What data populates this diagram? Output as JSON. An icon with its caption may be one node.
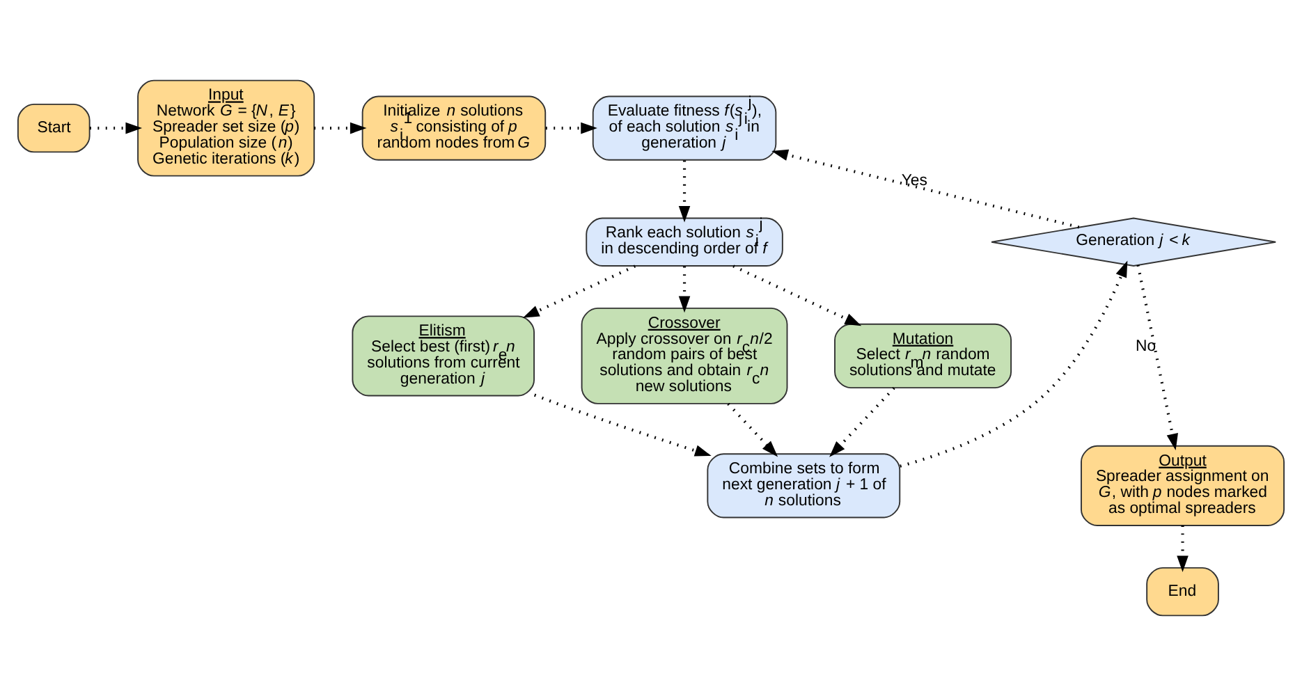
{
  "diagram": {
    "nodes": [
      {
        "text": [
          "Start"
        ]
      },
      {
        "text": [
          "Input",
          "Network *G* = {*N*, *E*} Spreader set size (*p*) Population size (*n*) Genetic iterations (*k*)"
        ]
      },
      {
        "text": [
          "Initialize *n* solutions *s*$_{i}$$^{1}$ consisting of *p* random nodes from *G*"
        ]
      },
      {
        "text": [
          "Evaluate fitness *f*(*s*$_{i}$$^{j}$), of each solution *s*$_{i}$$^{j}$ in generation *j*"
        ]
      },
      {
        "text": [
          "Rank each solution *s*$_{i}$$^{j}$ in descending order of *f*"
        ]
      },
      {
        "text": [
          "Elitism",
          "Select best (first) *r*$_{e}$*n* solutions from current generation *j*"
        ]
      },
      {
        "text": [
          "Crossover",
          "Apply crossover on *r*$_{c}$*n*/2 random pairs of best solutions and obtain *r*$_{c}$*n* new solutions"
        ]
      },
      {
        "text": [
          "Mutation",
          "Select *r*$_{m}$*n* random solutions and mutate"
        ]
      },
      {
        "text": [
          "Combine sets to form next generation *j* + 1 of *n* solutions"
        ]
      },
      {
        "text": [
          "Generation *j* < *k*"
        ]
      },
      {
        "text": [
          "Output",
          "Spreader assignment on *G*, with *p* nodes marked as optimal spreaders"
        ]
      },
      {
        "text": [
          "End"
        ]
      }
    ],
    "edges": [
      {
        "from": 0,
        "to": 1,
        "arrow": "to"
      },
      {
        "from": 1,
        "to": 2,
        "arrow": "to"
      },
      {
        "from": 2,
        "to": 3,
        "arrow": "to"
      },
      {
        "from": 3,
        "to": 4,
        "arrow": "to"
      },
      {
        "from": 4,
        "to": 5,
        "arrow": "to"
      },
      {
        "from": 4,
        "to": 6,
        "arrow": "to"
      },
      {
        "from": 4,
        "to": 7,
        "arrow": "to"
      },
      {
        "from": 5,
        "to": 8,
        "arrow": "to"
      },
      {
        "from": 6,
        "to": 8,
        "arrow": "to"
      },
      {
        "from": 7,
        "to": 8,
        "arrow": "to"
      },
      {
        "from": 8,
        "to": 9,
        "arrow": "to"
      },
      {
        "from": 9,
        "to": 3,
        "arrow": "to",
        "label": "Yes"
      },
      {
        "from": 9,
        "to": 10,
        "arrow": "to",
        "label": "No"
      },
      {
        "from": 10,
        "to": 11,
        "arrow": "to"
      }
    ]
  }
}
